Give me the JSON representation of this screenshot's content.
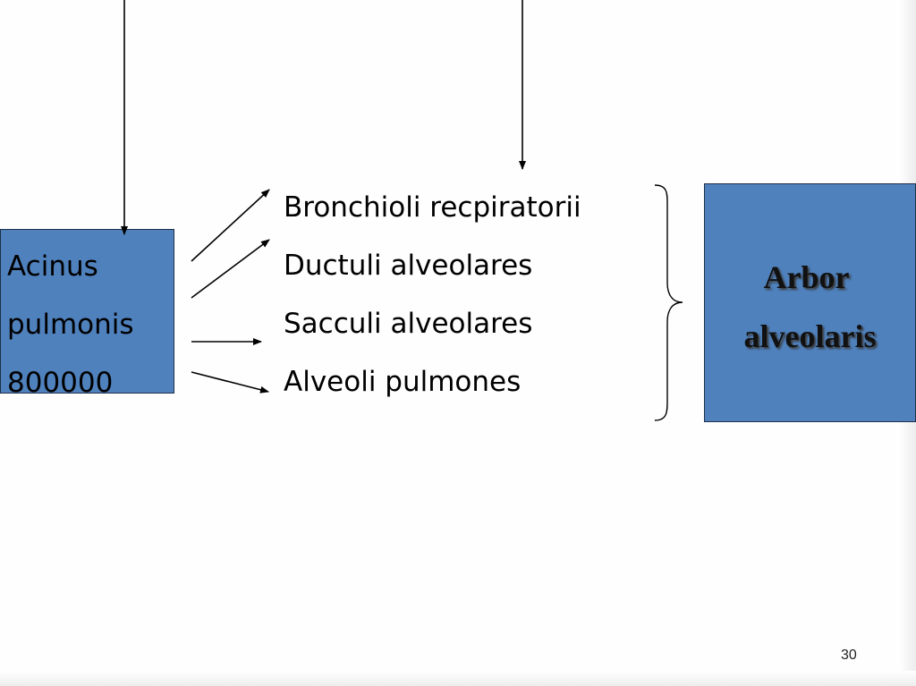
{
  "left_box": {
    "lines": [
      "Acinus",
      "pulmonis",
      "800000"
    ]
  },
  "items": [
    "Bronchioli recpiratorii",
    "Ductuli alveolares",
    "Sacculi alveolares",
    "Alveoli pulmones"
  ],
  "right_box": {
    "lines": [
      "Arbor",
      "alveolaris"
    ]
  },
  "page_number": "30",
  "colors": {
    "box_fill": "#4f81bd",
    "box_border": "#1f2f4a",
    "text": "#000000"
  }
}
